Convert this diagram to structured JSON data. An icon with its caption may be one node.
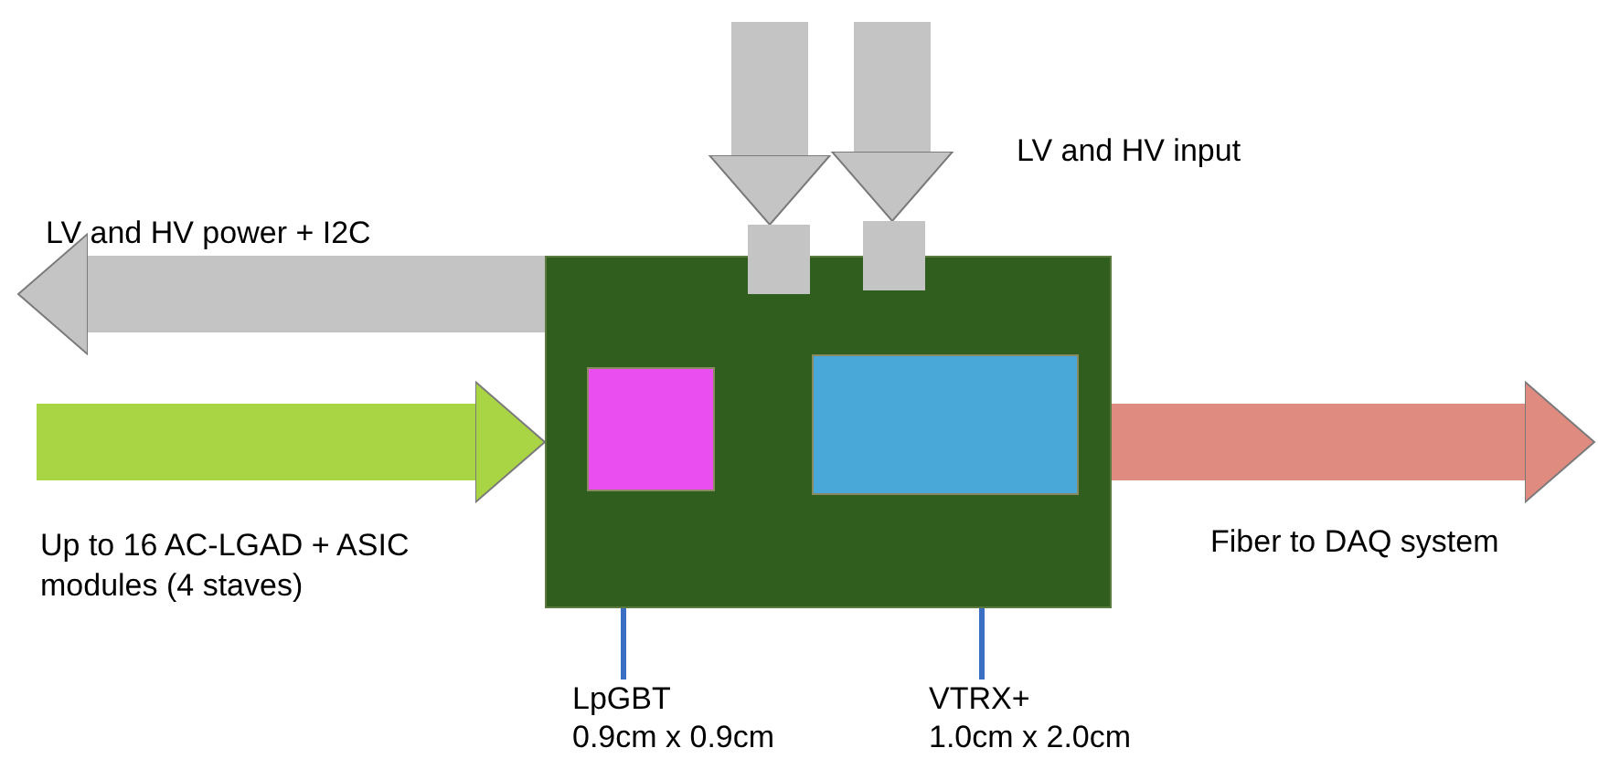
{
  "diagram": {
    "nodes": [
      {
        "text": [],
        "shape": "box"
      },
      {
        "text": [],
        "shape": "box",
        "in": 0
      },
      {
        "text": [],
        "shape": "box",
        "in": 0
      },
      {
        "text": [],
        "shape": "box",
        "in": 0
      },
      {
        "text": [],
        "shape": "box",
        "in": 0
      },
      {
        "text": [
          "LpGBT",
          "0.9cm x 0.9cm"
        ]
      },
      {
        "text": [
          "VTRX+",
          "1.0cm x 2.0cm"
        ]
      }
    ],
    "edges": [
      {
        "from": 0,
        "to": null,
        "arrow": "to",
        "color": "#c4c4c4"
      },
      {
        "from": null,
        "to": 0,
        "arrow": "to",
        "color": "#a9d443"
      },
      {
        "from": 0,
        "to": null,
        "arrow": "to",
        "color": "#e08b80"
      },
      {
        "from": null,
        "to": 1,
        "arrow": "to",
        "color": "#c4c4c4"
      },
      {
        "from": null,
        "to": 2,
        "arrow": "to",
        "color": "#c4c4c4"
      },
      {
        "from": 5,
        "to": 3,
        "arrow": "to",
        "color": "#3a6fc4"
      },
      {
        "from": 6,
        "to": 4,
        "arrow": "to",
        "color": "#3a6fc4"
      }
    ],
    "labels": [
      "LV and HV input",
      "LV and HV power + I2C",
      "Up to 16 AC-LGAD + ASIC modules (4 staves)",
      "Fiber to DAQ system"
    ]
  }
}
